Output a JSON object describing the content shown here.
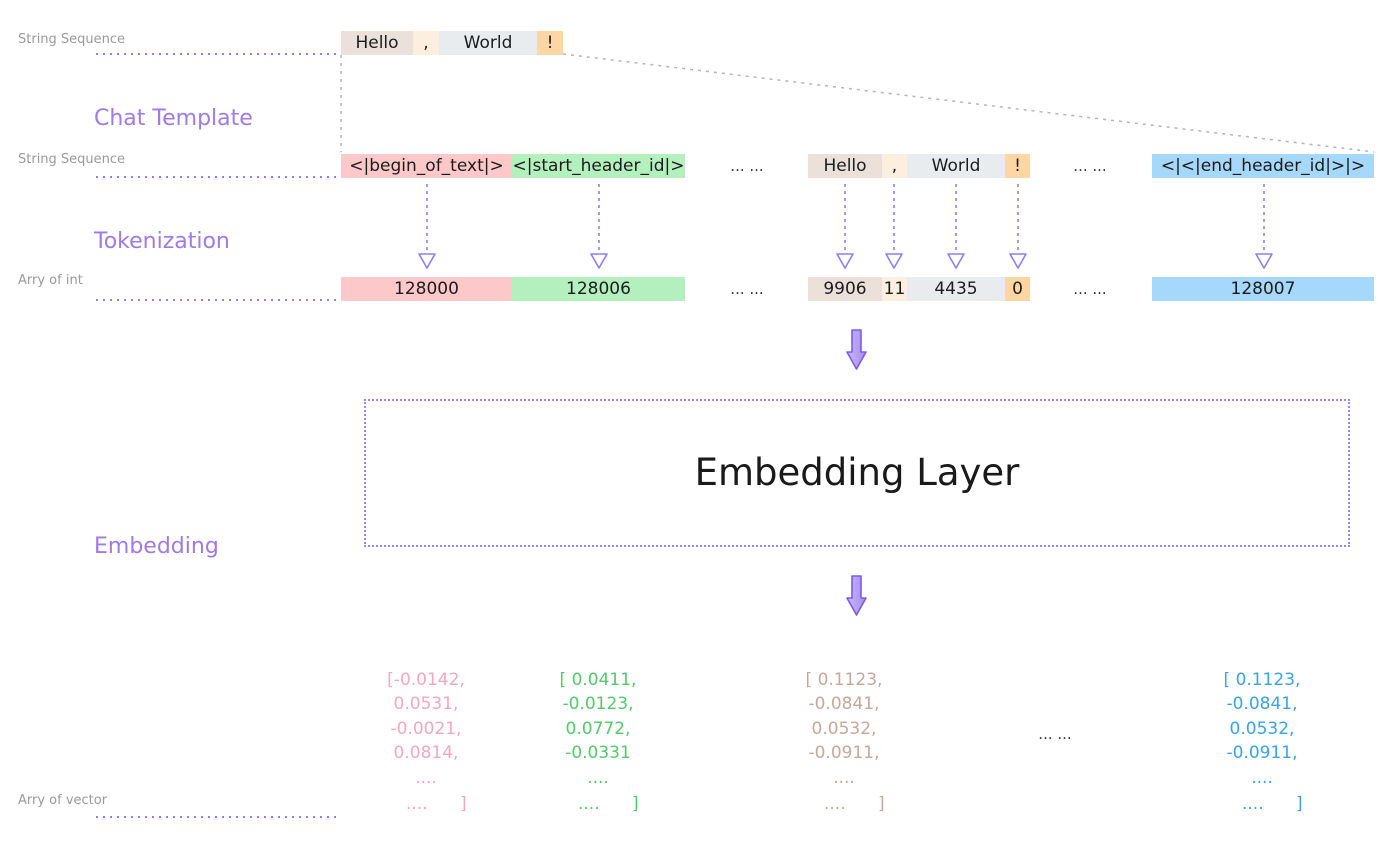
{
  "labels": {
    "string_sequence_top": "String Sequence",
    "chat_template": "Chat Template",
    "string_sequence_mid": "String Sequence",
    "tokenization": "Tokenization",
    "array_of_int": "Arry of int",
    "embedding": "Embedding",
    "array_of_vector": "Arry of vector"
  },
  "input_sequence": [
    "Hello",
    ",",
    "World",
    "!"
  ],
  "template_tokens": [
    "<|begin_of_text|>",
    "<|start_header_id|>",
    "Hello",
    ",",
    "World",
    "!",
    "<|<|end_header_id|>|>"
  ],
  "token_ids": [
    "128000",
    "128006",
    "9906",
    "11",
    "4435",
    "0",
    "128007"
  ],
  "ellipsis": "... ...",
  "embedding_layer": "Embedding Layer",
  "vectors": [
    {
      "lines": [
        "[-0.0142,",
        "0.0531,",
        "-0.0021,",
        "0.0814,",
        "....",
        "....      ]"
      ],
      "color": "#f4a7c3"
    },
    {
      "lines": [
        "[ 0.0411,",
        "-0.0123,",
        "0.0772,",
        "-0.0331",
        "....",
        "....      ]"
      ],
      "color": "#55c96a"
    },
    {
      "lines": [
        "[ 0.1123,",
        "-0.0841,",
        "0.0532,",
        "-0.0911,",
        "....",
        "....      ]"
      ],
      "color": "#c5a898"
    },
    {
      "lines": [
        "[ 0.1123,",
        "-0.0841,",
        "0.0532,",
        "-0.0911,",
        "....",
        "....      ]"
      ],
      "color": "#3aa3e6"
    }
  ],
  "colors": {
    "pink": "#fdc8ca",
    "green": "#b3f0bd",
    "tan": "#ece1da",
    "cream": "#fcefdf",
    "gray": "#e8ecef",
    "orange": "#fdd6a3",
    "blue": "#a5d8fb",
    "accent": "#a07ae8"
  }
}
